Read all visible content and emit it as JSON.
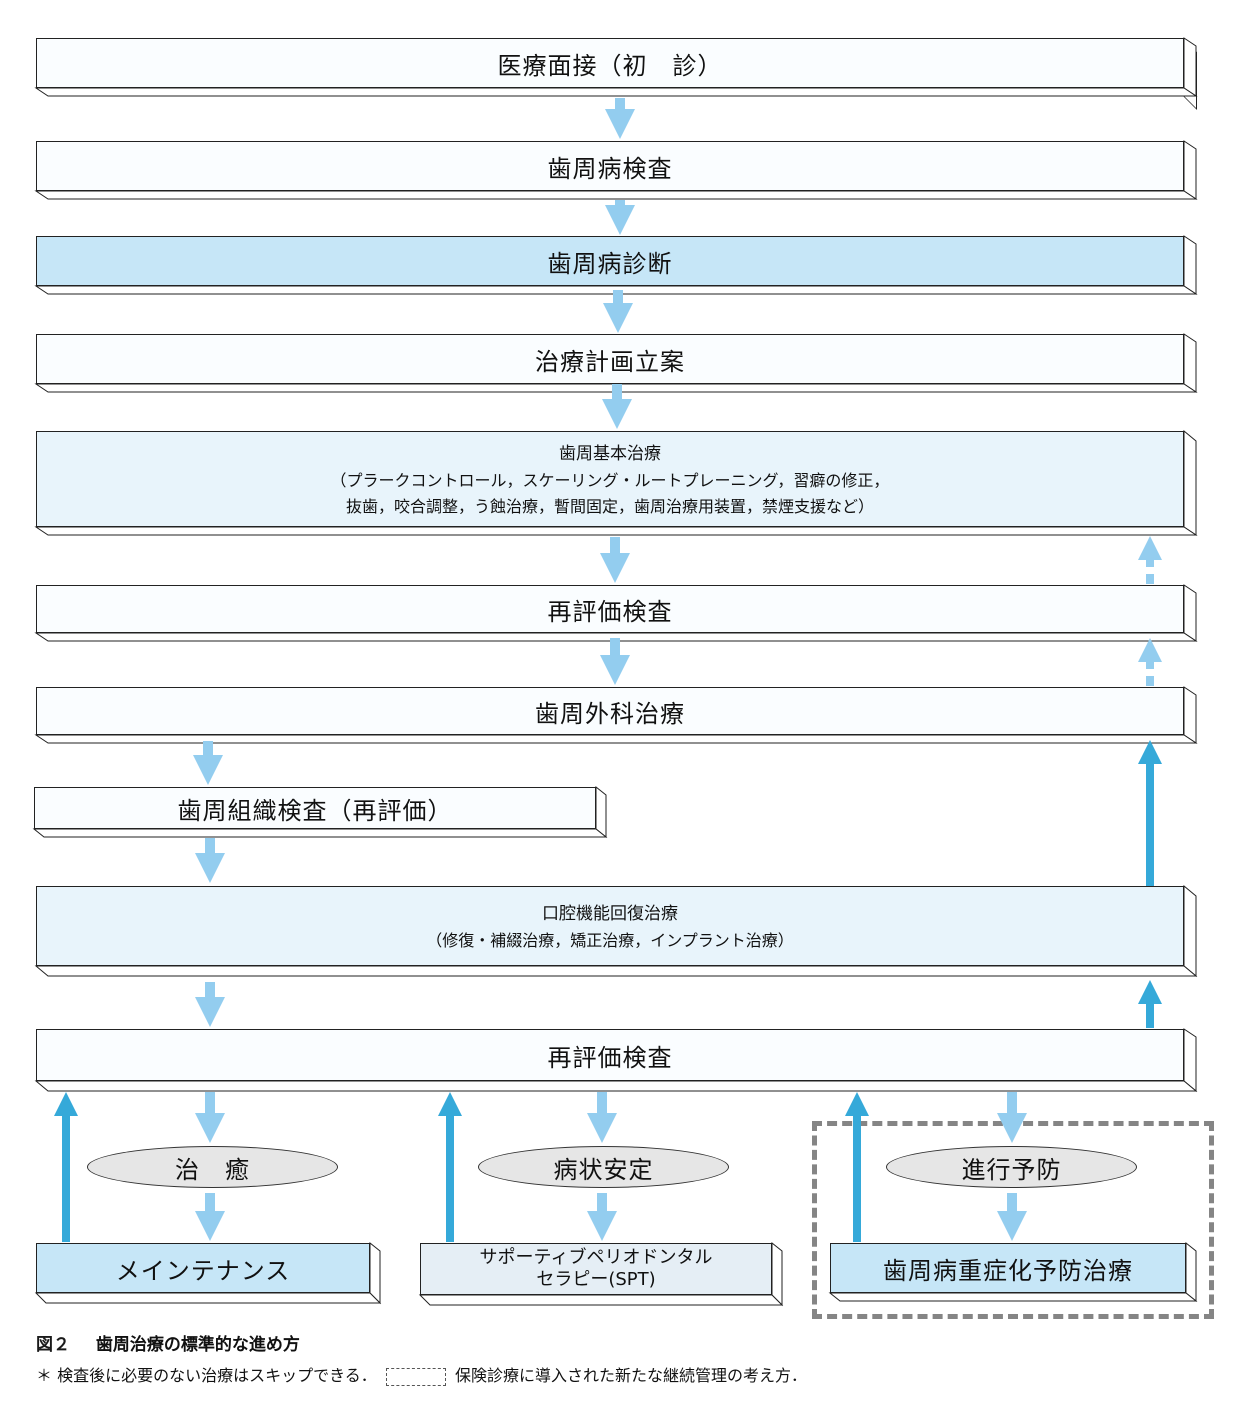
{
  "boxes": {
    "initial": "医療面接（初　診）",
    "exam": "歯周病検査",
    "diagnosis": "歯周病診断",
    "plan": "治療計画立案",
    "basic": {
      "title": "歯周基本治療",
      "line1": "（プラークコントロール，スケーリング・ルートプレーニング，習癖の修正，",
      "line2": "抜歯，咬合調整，う蝕治療，暫間固定，歯周治療用装置，禁煙支援など）"
    },
    "reeval1": "再評価検査",
    "surgery": "歯周外科治療",
    "tissue": "歯周組織検査（再評価）",
    "oral": {
      "title": "口腔機能回復治療",
      "line1": "（修復・補綴治療，矯正治療，インプラント治療）"
    },
    "reeval2": "再評価検査",
    "maintenance": "メインテナンス",
    "spt_line1": "サポーティブペリオドンタル",
    "spt_line2": "セラピー(SPT)",
    "prevention": "歯周病重症化予防治療"
  },
  "ovals": {
    "cure": "治　癒",
    "stable": "病状安定",
    "progress": "進行予防"
  },
  "caption": {
    "figure": "図２",
    "title": "歯周治療の標準的な進め方"
  },
  "note": {
    "part1": "＊ 検査後に必要のない治療はスキップできる．",
    "part2": "保険診療に導入された新たな継続管理の考え方．"
  },
  "colors": {
    "arrow_light": "#93cdef",
    "arrow_strong": "#35a9d9",
    "box_blue": "#c6e6f7",
    "dash_gray": "#858585"
  }
}
